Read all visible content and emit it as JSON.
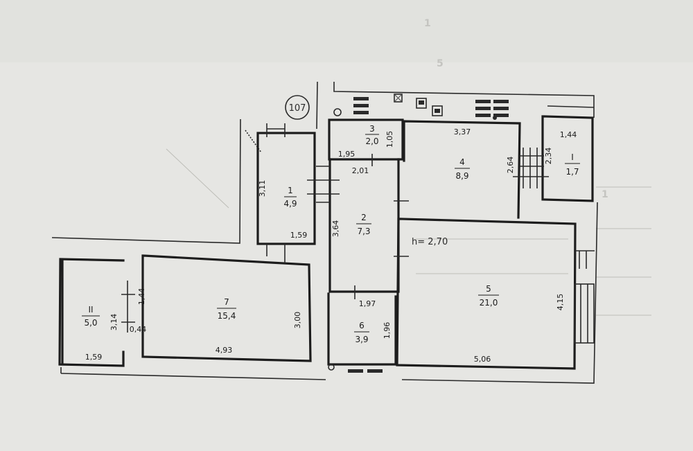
{
  "house_number": "107",
  "ceiling_height": "h= 2,70",
  "rooms": [
    {
      "key": "vestibule",
      "number": "1",
      "area": "4,9"
    },
    {
      "key": "corridor",
      "number": "2",
      "area": "7,3"
    },
    {
      "key": "bath",
      "number": "3",
      "area": "2,0"
    },
    {
      "key": "kitchen",
      "number": "4",
      "area": "8,9"
    },
    {
      "key": "living",
      "number": "5",
      "area": "21,0"
    },
    {
      "key": "closet",
      "number": "6",
      "area": "3,9"
    },
    {
      "key": "bedroom",
      "number": "7",
      "area": "15,4"
    },
    {
      "key": "balcony-right",
      "number": "I",
      "area": "1,7"
    },
    {
      "key": "balcony-left",
      "number": "II",
      "area": "5,0"
    }
  ],
  "dimensions": {
    "vestibule_height": "3,11",
    "vestibule_width": "1,59",
    "corridor_height": "3,64",
    "corridor_width_top": "2,01",
    "bath_width": "1,95",
    "bath_height": "1,05",
    "kitchen_width": "3,37",
    "kitchen_height": "2,64",
    "balcony_right_width": "1,44",
    "balcony_right_height": "2,34",
    "living_height": "4,15",
    "living_width": "5,06",
    "closet_width": "1,97",
    "closet_height": "1,96",
    "bedroom_width": "4,93",
    "bedroom_height": "3,00",
    "balcony_left_height": "3,14",
    "balcony_left_width": "1,59",
    "balcony_left_door": "1,44",
    "balcony_left_small": "0,44"
  },
  "faint_marks": [
    "1",
    "5",
    "1"
  ]
}
